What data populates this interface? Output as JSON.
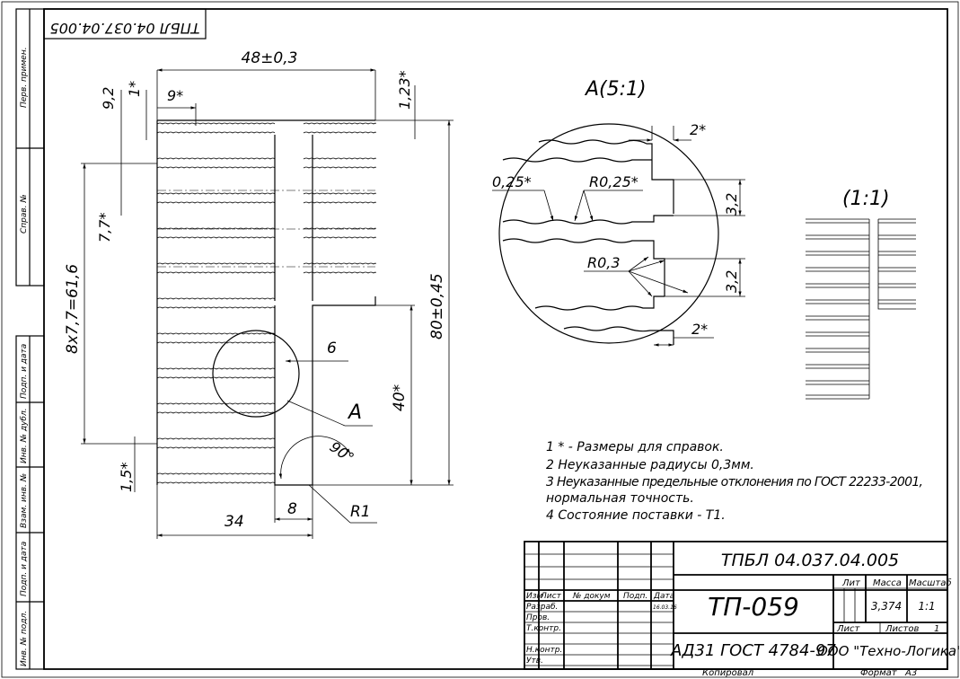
{
  "drawing": {
    "stamp_code": "ТПБЛ 04.037.04.005",
    "designation": "ТПБЛ 04.037.04.005",
    "part_name": "ТП-059",
    "material": "АД31 ГОСТ 4784-97",
    "company": "ООО \"Техно-Логика\"",
    "mass": "3,374",
    "scale": "1:1",
    "sheets": "1",
    "copied_label": "Копировал",
    "format_label": "Формат",
    "format_value": "А3"
  },
  "title_block": {
    "col_labels": [
      "Изм",
      "Лист",
      "№ докум",
      "Подп.",
      "Дата"
    ],
    "date_value": "16.03.16",
    "rows": [
      "Разраб.",
      "Пров.",
      "Т.контр.",
      "",
      "Н.контр.",
      "Утв."
    ],
    "lit_label": "Лит",
    "mass_label": "Масса",
    "scale_label": "Масштаб",
    "sheet_label": "Лист",
    "sheets_label": "Листов"
  },
  "side_labels": {
    "perv_primen": "Перв. примен.",
    "sprav_no": "Справ. №",
    "podp_data_1": "Подп. и дата",
    "inv_dubl": "Инв. № дубл.",
    "vzam_inv": "Взам. инв. №",
    "podp_data_2": "Подп. и дата",
    "inv_podl": "Инв. № подл."
  },
  "dimensions": {
    "width_total": "48±0,3",
    "d_1": "1*",
    "d_9_2": "9,2",
    "d_9": "9*",
    "d_1_23": "1,23*",
    "d_7_7": "7,7*",
    "d_pitch": "8х7,7=61,6",
    "d_80": "80±0,45",
    "d_40": "40*",
    "d_6": "6",
    "d_1_5": "1,5*",
    "d_8": "8",
    "d_34": "34",
    "d_R1": "R1",
    "d_90": "90°",
    "detail_marker": "А"
  },
  "detail": {
    "title": "А(5:1)",
    "d_2_top": "2*",
    "d_0_25": "0,25*",
    "d_R0_25": "R0,25*",
    "d_3_2_top": "3,2",
    "d_R0_3": "R0,3",
    "d_3_2_bottom": "3,2",
    "d_2_bottom": "2*"
  },
  "small_view": {
    "title": "(1:1)"
  },
  "notes": [
    "1 * - Размеры для справок.",
    "2 Неуказанные радиусы 0,3мм.",
    "3 Неуказанные предельные отклонения по ГОСТ 22233-2001,",
    "нормальная точность.",
    "4 Состояние поставки - Т1."
  ]
}
